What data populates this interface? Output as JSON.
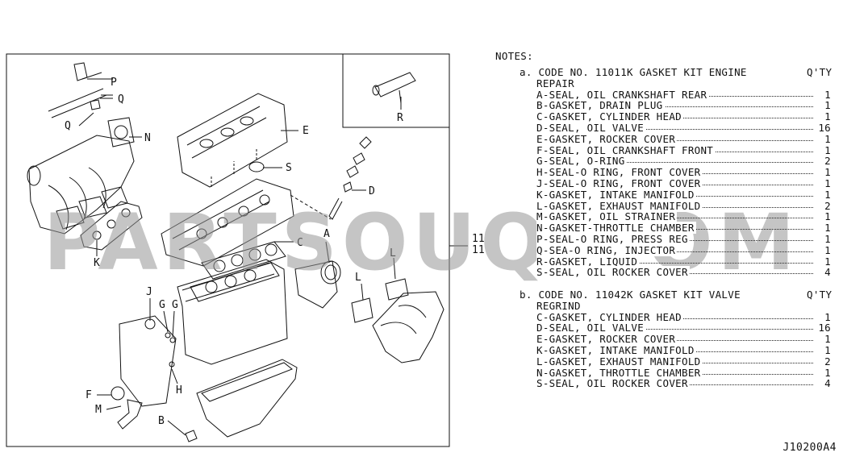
{
  "diagram": {
    "code_label_1": "11011K",
    "code_label_2": "11042K",
    "callouts": [
      "P",
      "Q",
      "Q",
      "N",
      "E",
      "S",
      "D",
      "C",
      "A",
      "K",
      "L",
      "L",
      "J",
      "G",
      "G",
      "H",
      "F",
      "M",
      "B",
      "R"
    ]
  },
  "notes": {
    "title": "NOTES:",
    "sections": [
      {
        "head": "a. CODE NO. 11011K GASKET KIT ENGINE",
        "sub": "REPAIR",
        "qty_header": "Q'TY",
        "items": [
          {
            "text": "A-SEAL, OIL CRANKSHAFT REAR",
            "qty": "1"
          },
          {
            "text": "B-GASKET, DRAIN PLUG",
            "qty": "1"
          },
          {
            "text": "C-GASKET, CYLINDER HEAD",
            "qty": "1"
          },
          {
            "text": "D-SEAL, OIL VALVE",
            "qty": "16"
          },
          {
            "text": "E-GASKET, ROCKER COVER",
            "qty": "1"
          },
          {
            "text": "F-SEAL, OIL CRANKSHAFT FRONT",
            "qty": "1"
          },
          {
            "text": "G-SEAL, O-RING",
            "qty": "2"
          },
          {
            "text": "H-SEAL-O RING, FRONT COVER",
            "qty": "1"
          },
          {
            "text": "J-SEAL-O RING, FRONT COVER",
            "qty": "1"
          },
          {
            "text": "K-GASKET, INTAKE MANIFOLD",
            "qty": "1"
          },
          {
            "text": "L-GASKET, EXHAUST MANIFOLD",
            "qty": "2"
          },
          {
            "text": "M-GASKET, OIL STRAINER",
            "qty": "1"
          },
          {
            "text": "N-GASKET-THROTTLE CHAMBER",
            "qty": "1"
          },
          {
            "text": "P-SEAL-O RING, PRESS REG",
            "qty": "1"
          },
          {
            "text": "Q-SEA-O RING, INJECTOR",
            "qty": "1"
          },
          {
            "text": "R-GASKET, LIQUID",
            "qty": "1"
          },
          {
            "text": "S-SEAL, OIL ROCKER COVER",
            "qty": "4"
          }
        ]
      },
      {
        "head": "b. CODE NO. 11042K GASKET KIT VALVE",
        "sub": "REGRIND",
        "qty_header": "Q'TY",
        "items": [
          {
            "text": "C-GASKET, CYLINDER HEAD",
            "qty": "1"
          },
          {
            "text": "D-SEAL, OIL VALVE",
            "qty": "16"
          },
          {
            "text": "E-GASKET, ROCKER COVER",
            "qty": "1"
          },
          {
            "text": "K-GASKET, INTAKE MANIFOLD",
            "qty": "1"
          },
          {
            "text": "L-GASKET, EXHAUST MANIFOLD",
            "qty": "2"
          },
          {
            "text": "N-GASKET, THROTTLE CHAMBER",
            "qty": "1"
          },
          {
            "text": "S-SEAL, OIL ROCKER COVER",
            "qty": "4"
          }
        ]
      }
    ]
  },
  "reference_code": "J10200A4",
  "watermark": "PARTSOUQ.COM"
}
